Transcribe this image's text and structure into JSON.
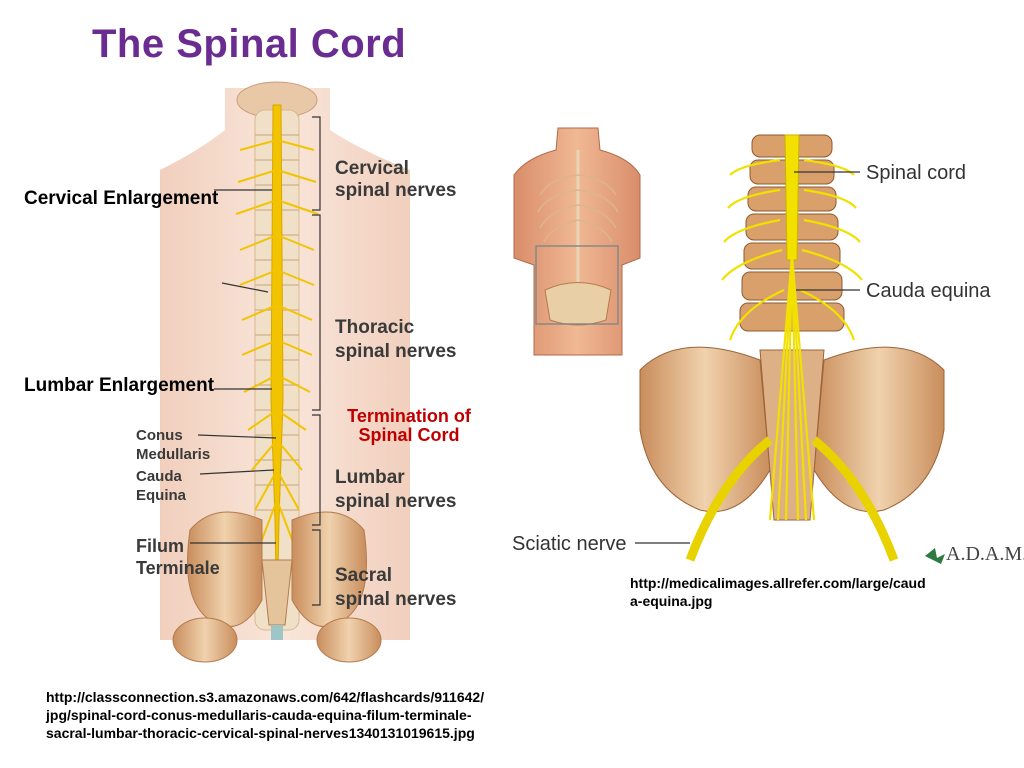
{
  "title": "The Spinal Cord",
  "left_figure": {
    "label_cervical_enlargement": "Cervical Enlargement",
    "label_lumbar_enlargement": "Lumbar Enlargement",
    "label_cervical_nerves": [
      "Cervical",
      "spinal nerves"
    ],
    "label_thoracic_nerves": [
      "Thoracic",
      "spinal nerves"
    ],
    "label_termination": [
      "Termination of",
      "Spinal Cord"
    ],
    "label_lumbar_nerves": [
      "Lumbar",
      "spinal nerves"
    ],
    "label_sacral_nerves": [
      "Sacral",
      "spinal nerves"
    ],
    "label_conus": [
      "Conus",
      "Medullaris"
    ],
    "label_cauda": [
      "Cauda",
      "Equina"
    ],
    "label_filum": [
      "Filum",
      "Terminale"
    ],
    "source_url": [
      "http://classconnection.s3.amazonaws.com/642/flashcards/911642/",
      "jpg/spinal-cord-conus-medullaris-cauda-equina-filum-terminale-",
      "sacral-lumbar-thoracic-cervical-spinal-nerves1340131019615.jpg"
    ]
  },
  "right_figure": {
    "label_spinal_cord": "Spinal cord",
    "label_cauda_equina": "Cauda equina",
    "label_sciatic": "Sciatic nerve",
    "logo": "A.D.A.M.",
    "source_url": [
      "http://medicalimages.allrefer.com/large/caud",
      "a-equina.jpg"
    ]
  },
  "colors": {
    "title": "#6a2c91",
    "termination": "#c00000",
    "nerve": "#f2c400",
    "bone": "#e8c9a0",
    "skin": "#f4d9c8"
  }
}
